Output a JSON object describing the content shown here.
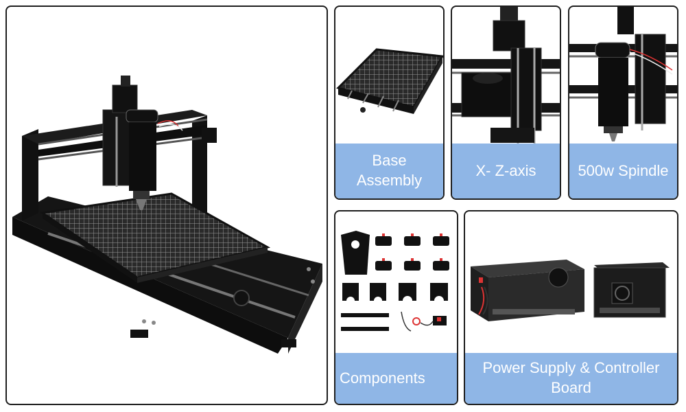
{
  "panels": {
    "main": {
      "icon": "cnc-router-machine-icon"
    },
    "base": {
      "caption_line1": "Base",
      "caption_line2": "Assembly",
      "icon": "base-assembly-icon"
    },
    "xz": {
      "caption": "X- Z-axis",
      "icon": "x-z-axis-icon"
    },
    "spindle": {
      "caption": "500w Spindle",
      "icon": "spindle-icon"
    },
    "components": {
      "caption": "Components",
      "icon": "components-icon"
    },
    "power": {
      "caption_line1": "Power Supply & Controller",
      "caption_line2": "Board",
      "icon": "power-supply-icon"
    }
  },
  "colors": {
    "caption_bg": "#8fb6e6",
    "caption_text": "#ffffff",
    "border": "#1e1e1e",
    "metal": "#1a1a1a"
  }
}
